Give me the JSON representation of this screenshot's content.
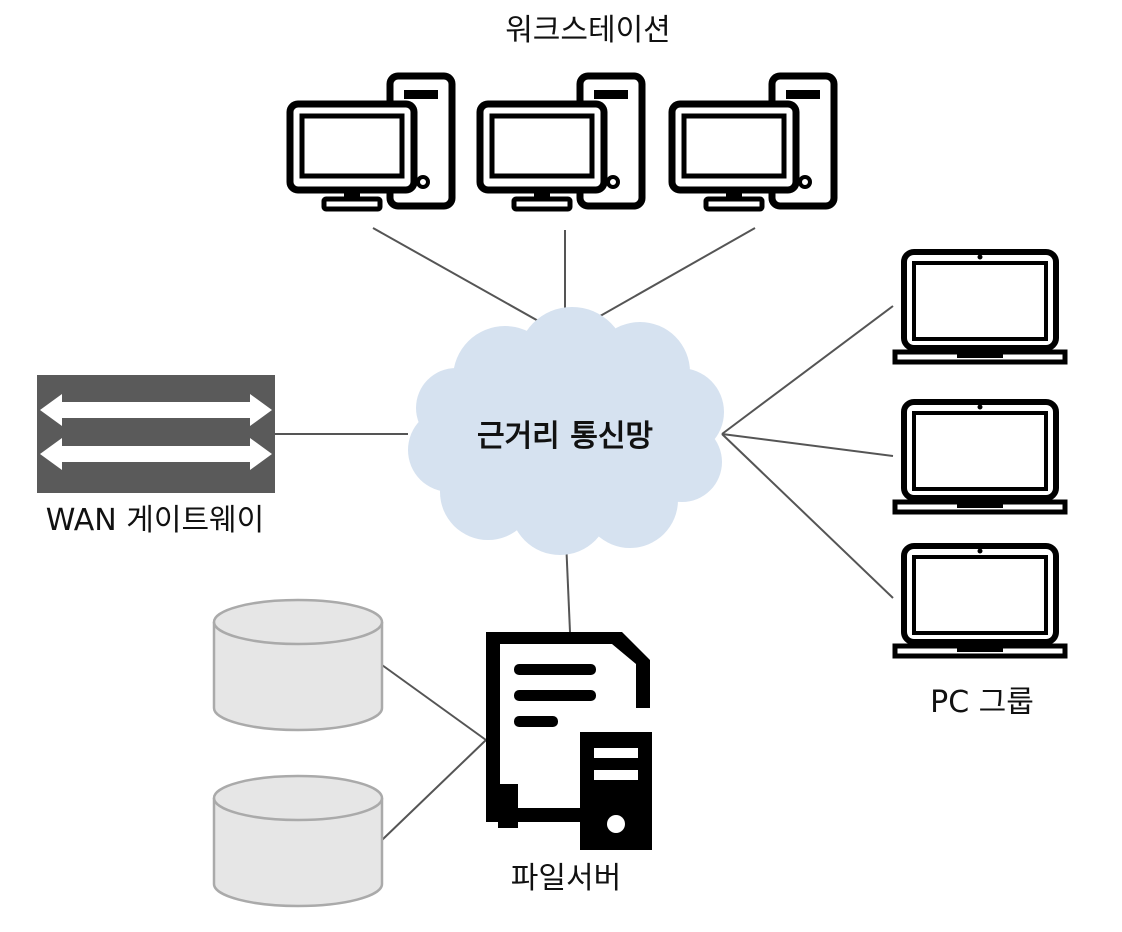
{
  "labels": {
    "workstation": "워크스테이션",
    "network": "근거리 통신망",
    "gateway": "WAN 게이트웨이",
    "pc_group": "PC 그룹",
    "file_server": "파일서버"
  },
  "nodes": {
    "workstations": [
      {
        "icon": "desktop-computer-icon"
      },
      {
        "icon": "desktop-computer-icon"
      },
      {
        "icon": "desktop-computer-icon"
      }
    ],
    "laptops": [
      {
        "icon": "laptop-icon"
      },
      {
        "icon": "laptop-icon"
      },
      {
        "icon": "laptop-icon"
      }
    ],
    "databases": [
      {
        "icon": "database-icon"
      },
      {
        "icon": "database-icon"
      }
    ],
    "gateway_icon": "gateway-switch-icon",
    "network_icon": "cloud-icon",
    "file_server_icon": "file-server-icon"
  },
  "colors": {
    "cloud_fill": "#d6e2f0",
    "gateway_fill": "#5a5a5a",
    "database_fill": "#e6e6e6",
    "database_stroke": "#aaaaaa",
    "line": "#555555",
    "icon": "#000000"
  }
}
